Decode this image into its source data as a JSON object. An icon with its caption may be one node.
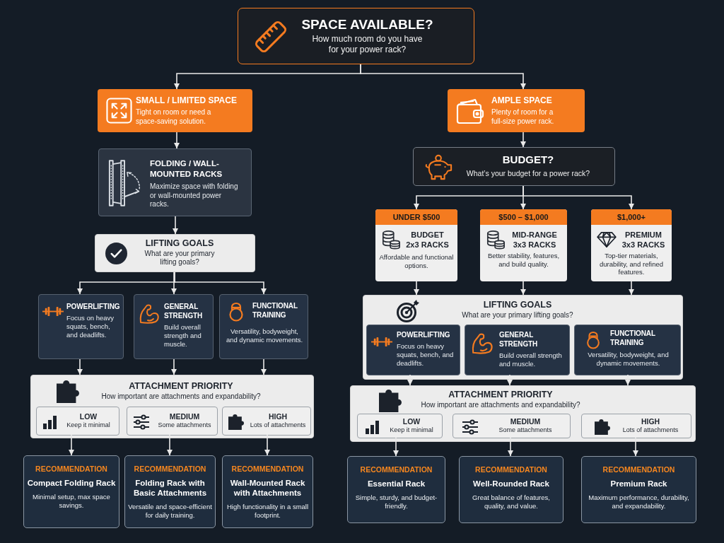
{
  "diagram": {
    "nodes": [
      {
        "text": [
          "SPACE AVAILABLE?",
          "How much room do you have for your power rack?"
        ]
      },
      {
        "text": [
          "SMALL / LIMITED SPACE",
          "Tight on room or need a space-saving solution."
        ]
      },
      {
        "text": [
          "AMPLE SPACE",
          "Plenty of room for a full-size power rack."
        ]
      },
      {
        "text": [
          "FOLDING / WALL-MOUNTED RACKS",
          "Maximize space with folding or wall-mounted power racks."
        ]
      },
      {
        "text": [
          "BUDGET?",
          "What’s your budget for a power rack?"
        ]
      },
      {
        "text": [
          "LIFTING GOALS",
          "What are your primary lifting goals?"
        ]
      },
      {
        "text": [
          "UNDER $500",
          "BUDGET 2x3 RACKS",
          "Affordable and functional options."
        ]
      },
      {
        "text": [
          "$500 – $1,000",
          "MID-RANGE 3x3 RACKS",
          "Better stability, features, and build quality."
        ]
      },
      {
        "text": [
          "$1,000+",
          "PREMIUM 3x3 RACKS",
          "Top-tier materials, durability, and refined features."
        ]
      },
      {
        "text": [
          "POWERLIFTING",
          "Focus on heavy squats, bench, and deadlifts."
        ]
      },
      {
        "text": [
          "GENERAL STRENGTH",
          "Build overall strength and muscle."
        ]
      },
      {
        "text": [
          "FUNCTIONAL TRAINING",
          "Versatility, bodyweight, and dynamic movements."
        ]
      },
      {
        "text": [
          "LIFTING GOALS",
          "What are your primary lifting goals?"
        ]
      },
      {
        "text": [
          "POWERLIFTING",
          "Focus on heavy squats, bench, and deadlifts."
        ],
        "in": 12
      },
      {
        "text": [
          "GENERAL STRENGTH",
          "Build overall strength and muscle."
        ],
        "in": 12
      },
      {
        "text": [
          "FUNCTIONAL TRAINING",
          "Versatility, bodyweight, and dynamic movements."
        ],
        "in": 12
      },
      {
        "text": [
          "ATTACHMENT PRIORITY",
          "How important are attachments and expandability?"
        ]
      },
      {
        "text": [
          "LOW",
          "Keep it minimal"
        ],
        "in": 16
      },
      {
        "text": [
          "MEDIUM",
          "Some attachments"
        ],
        "in": 16
      },
      {
        "text": [
          "HIGH",
          "Lots of attachments"
        ],
        "in": 16
      },
      {
        "text": [
          "ATTACHMENT PRIORITY",
          "How important are attachments and expandability?"
        ]
      },
      {
        "text": [
          "LOW",
          "Keep it minimal"
        ],
        "in": 20
      },
      {
        "text": [
          "MEDIUM",
          "Some attachments"
        ],
        "in": 20
      },
      {
        "text": [
          "HIGH",
          "Lots of attachments"
        ],
        "in": 20
      },
      {
        "text": [
          "RECOMMENDATION",
          "Compact Folding Rack",
          "Minimal setup, max space savings."
        ]
      },
      {
        "text": [
          "RECOMMENDATION",
          "Folding Rack with Basic Attachments",
          "Versatile and space-efficient for daily training."
        ]
      },
      {
        "text": [
          "RECOMMENDATION",
          "Wall-Mounted Rack with Attachments",
          "High functionality in a small footprint."
        ]
      },
      {
        "text": [
          "RECOMMENDATION",
          "Essential Rack",
          "Simple, sturdy, and budget-friendly."
        ]
      },
      {
        "text": [
          "RECOMMENDATION",
          "Well-Rounded Rack",
          "Great balance of features, quality, and value."
        ]
      },
      {
        "text": [
          "RECOMMENDATION",
          "Premium Rack",
          "Maximum performance, durability, and expandability."
        ]
      }
    ],
    "edges": [
      {
        "from": 0,
        "to": 1,
        "arrow": "to"
      },
      {
        "from": 0,
        "to": 2,
        "arrow": "to"
      },
      {
        "from": 1,
        "to": 3,
        "arrow": "to"
      },
      {
        "from": 2,
        "to": 4,
        "arrow": "to"
      },
      {
        "from": 3,
        "to": 5,
        "arrow": "to"
      },
      {
        "from": 4,
        "to": 6,
        "arrow": "to"
      },
      {
        "from": 4,
        "to": 7,
        "arrow": "to"
      },
      {
        "from": 4,
        "to": 8,
        "arrow": "to"
      },
      {
        "from": 5,
        "to": 9,
        "arrow": "to"
      },
      {
        "from": 5,
        "to": 10,
        "arrow": "to"
      },
      {
        "from": 5,
        "to": 11,
        "arrow": "to"
      },
      {
        "from": 6,
        "to": 12,
        "arrow": "to"
      },
      {
        "from": 7,
        "to": 12,
        "arrow": "to"
      },
      {
        "from": 8,
        "to": 12,
        "arrow": "to"
      },
      {
        "from": 9,
        "to": 16,
        "arrow": "to"
      },
      {
        "from": 10,
        "to": 16,
        "arrow": "to"
      },
      {
        "from": 11,
        "to": 16,
        "arrow": "to"
      },
      {
        "from": 13,
        "to": 20,
        "arrow": "to"
      },
      {
        "from": 14,
        "to": 20,
        "arrow": "to"
      },
      {
        "from": 15,
        "to": 20,
        "arrow": "to"
      },
      {
        "from": 17,
        "to": 24,
        "arrow": "to"
      },
      {
        "from": 18,
        "to": 25,
        "arrow": "to"
      },
      {
        "from": 19,
        "to": 26,
        "arrow": "to"
      },
      {
        "from": 21,
        "to": 27,
        "arrow": "to"
      },
      {
        "from": 22,
        "to": 28,
        "arrow": "to"
      },
      {
        "from": 23,
        "to": 29,
        "arrow": "to"
      }
    ]
  }
}
